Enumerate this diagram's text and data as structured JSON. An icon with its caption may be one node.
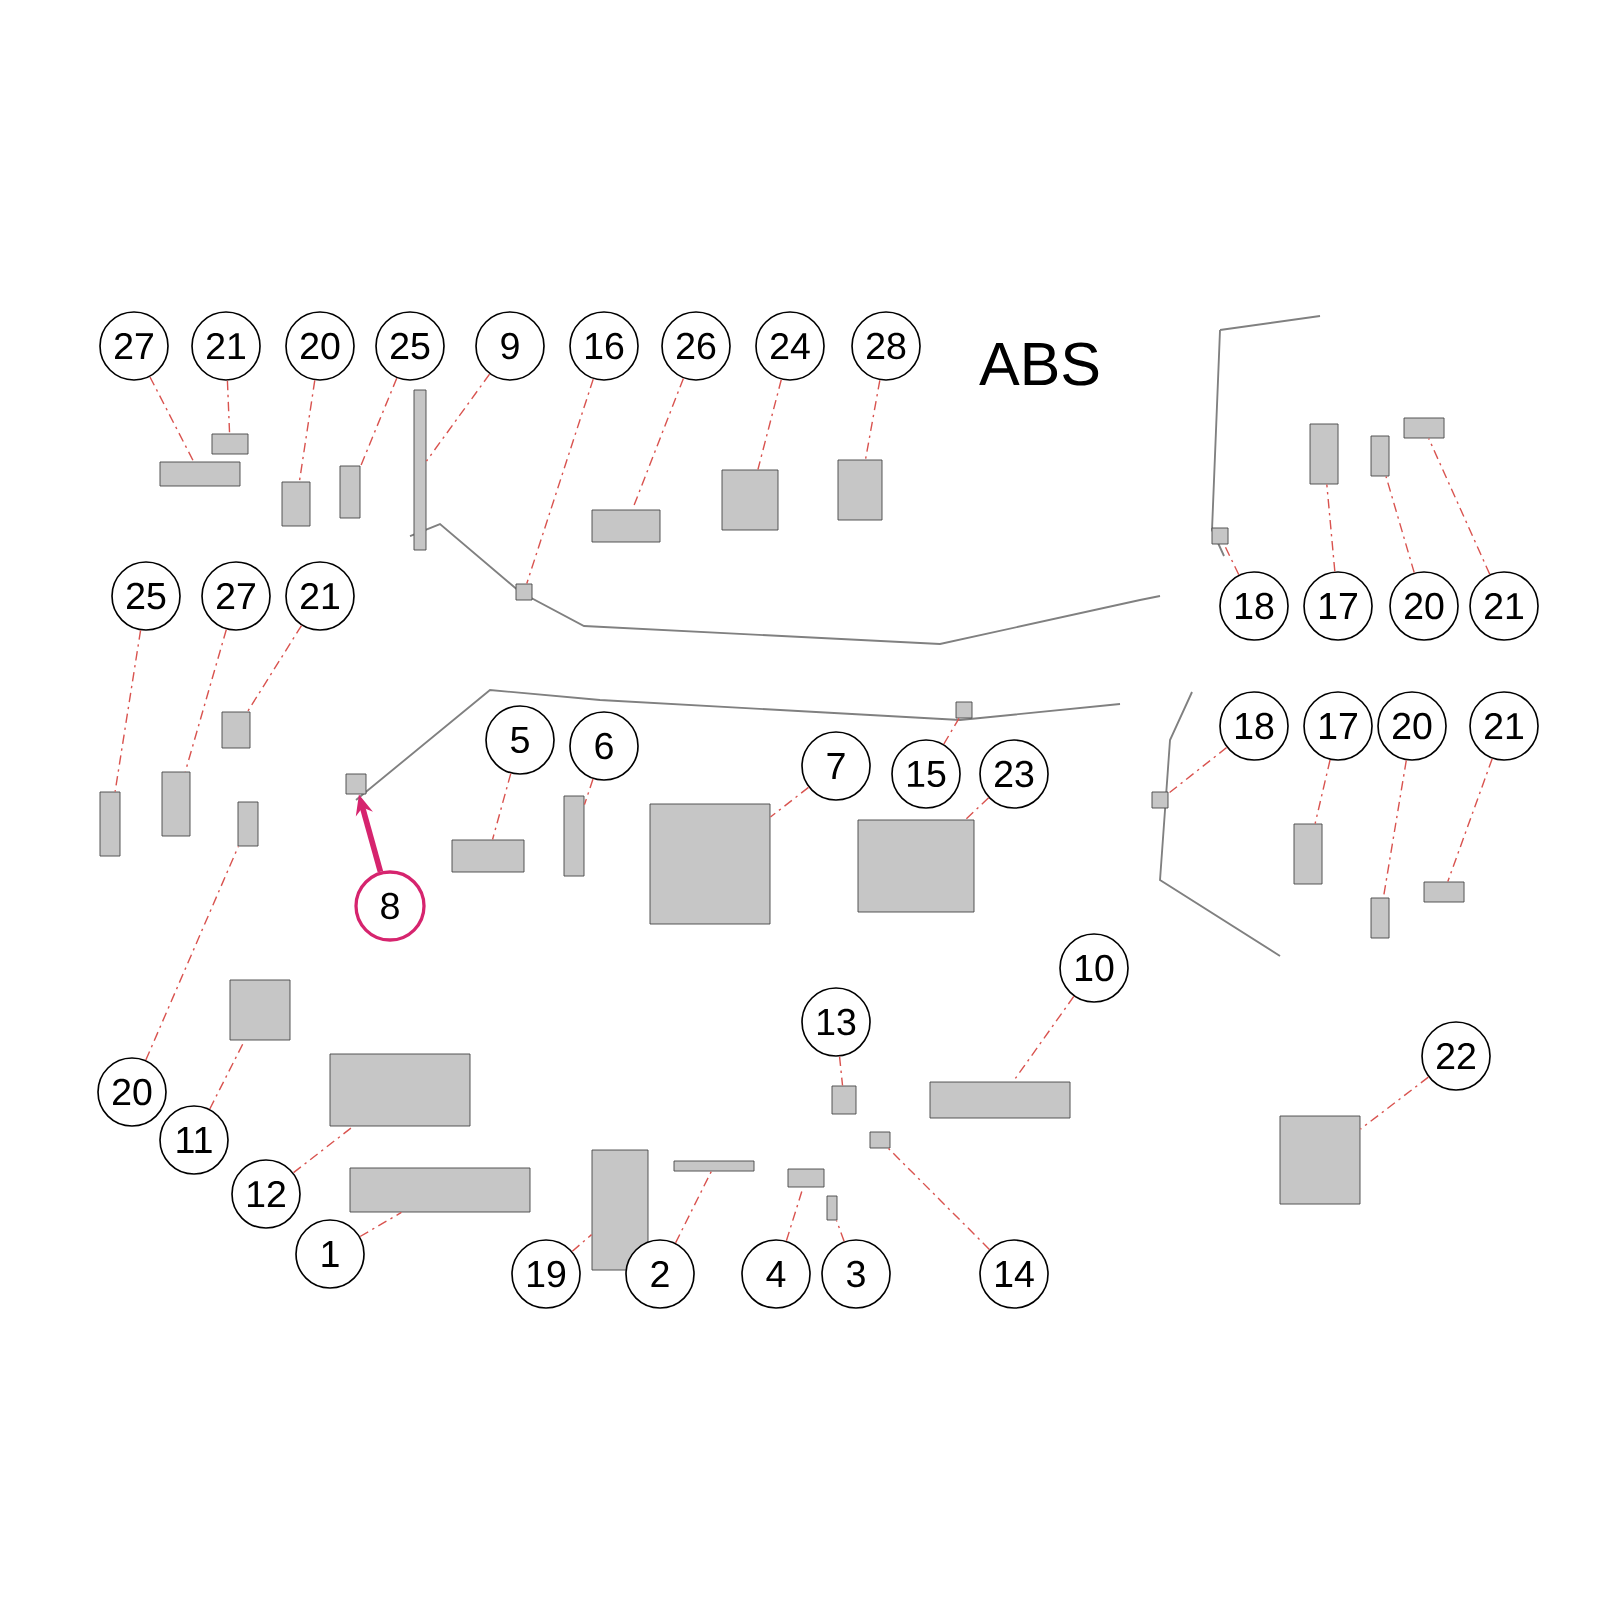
{
  "diagram": {
    "nodes": [
      {
        "text": [
          "27"
        ]
      },
      {
        "text": [],
        "shape": "box"
      },
      {
        "text": [
          "21"
        ]
      },
      {
        "text": [],
        "shape": "box"
      },
      {
        "text": [
          "20"
        ]
      },
      {
        "text": [],
        "shape": "box"
      },
      {
        "text": [
          "25"
        ]
      },
      {
        "text": [],
        "shape": "box"
      },
      {
        "text": [
          "9"
        ]
      },
      {
        "text": [],
        "shape": "box"
      },
      {
        "text": [
          "16"
        ]
      },
      {
        "text": [],
        "shape": "box"
      },
      {
        "text": [
          "26"
        ]
      },
      {
        "text": [],
        "shape": "box"
      },
      {
        "text": [
          "24"
        ]
      },
      {
        "text": [],
        "shape": "box"
      },
      {
        "text": [
          "28"
        ]
      },
      {
        "text": [],
        "shape": "box"
      },
      {
        "text": [
          "18"
        ]
      },
      {
        "text": [],
        "shape": "box"
      },
      {
        "text": [
          "17"
        ]
      },
      {
        "text": [],
        "shape": "box"
      },
      {
        "text": [
          "20"
        ]
      },
      {
        "text": [],
        "shape": "box"
      },
      {
        "text": [
          "21"
        ]
      },
      {
        "text": [],
        "shape": "box"
      },
      {
        "text": [
          "25"
        ]
      },
      {
        "text": [],
        "shape": "box"
      },
      {
        "text": [
          "27"
        ]
      },
      {
        "text": [],
        "shape": "box"
      },
      {
        "text": [
          "21"
        ]
      },
      {
        "text": [],
        "shape": "box"
      },
      {
        "text": [
          "18"
        ]
      },
      {
        "text": [],
        "shape": "box"
      },
      {
        "text": [
          "17"
        ]
      },
      {
        "text": [],
        "shape": "box"
      },
      {
        "text": [
          "20"
        ]
      },
      {
        "text": [],
        "shape": "box"
      },
      {
        "text": [
          "21"
        ]
      },
      {
        "text": [],
        "shape": "box"
      },
      {
        "text": [
          "5"
        ]
      },
      {
        "text": [],
        "shape": "box"
      },
      {
        "text": [
          "6"
        ]
      },
      {
        "text": [],
        "shape": "box"
      },
      {
        "text": [
          "7"
        ]
      },
      {
        "text": [],
        "shape": "box"
      },
      {
        "text": [
          "15"
        ]
      },
      {
        "text": [],
        "shape": "box"
      },
      {
        "text": [
          "23"
        ]
      },
      {
        "text": [],
        "shape": "box"
      },
      {
        "text": [
          "8"
        ]
      },
      {
        "text": [],
        "shape": "box"
      },
      {
        "text": [
          "20"
        ]
      },
      {
        "text": [],
        "shape": "box"
      },
      {
        "text": [
          "11"
        ]
      },
      {
        "text": [],
        "shape": "box"
      },
      {
        "text": [
          "10"
        ]
      },
      {
        "text": [],
        "shape": "box"
      },
      {
        "text": [
          "13"
        ]
      },
      {
        "text": [],
        "shape": "box"
      },
      {
        "text": [
          "22"
        ]
      },
      {
        "text": [],
        "shape": "box"
      },
      {
        "text": [
          "12"
        ]
      },
      {
        "text": [],
        "shape": "box"
      },
      {
        "text": [
          "1"
        ]
      },
      {
        "text": [],
        "shape": "box"
      },
      {
        "text": [
          "19"
        ]
      },
      {
        "text": [],
        "shape": "box"
      },
      {
        "text": [
          "2"
        ]
      },
      {
        "text": [],
        "shape": "box"
      },
      {
        "text": [
          "4"
        ]
      },
      {
        "text": [],
        "shape": "box"
      },
      {
        "text": [
          "3"
        ]
      },
      {
        "text": [],
        "shape": "box"
      },
      {
        "text": [
          "14"
        ]
      },
      {
        "text": [],
        "shape": "box"
      }
    ],
    "edges": [
      {
        "from": 0,
        "to": 1,
        "arrow": "none",
        "style": "dashed"
      },
      {
        "from": 2,
        "to": 3,
        "arrow": "none",
        "style": "dashed"
      },
      {
        "from": 4,
        "to": 5,
        "arrow": "none",
        "style": "dashed"
      },
      {
        "from": 6,
        "to": 7,
        "arrow": "none",
        "style": "dashed"
      },
      {
        "from": 8,
        "to": 9,
        "arrow": "none",
        "style": "dashed"
      },
      {
        "from": 10,
        "to": 11,
        "arrow": "none",
        "style": "dashed"
      },
      {
        "from": 12,
        "to": 13,
        "arrow": "none",
        "style": "dashed"
      },
      {
        "from": 14,
        "to": 15,
        "arrow": "none",
        "style": "dashed"
      },
      {
        "from": 16,
        "to": 17,
        "arrow": "none",
        "style": "dashed"
      },
      {
        "from": 18,
        "to": 19,
        "arrow": "none",
        "style": "dashed"
      },
      {
        "from": 20,
        "to": 21,
        "arrow": "none",
        "style": "dashed"
      },
      {
        "from": 22,
        "to": 23,
        "arrow": "none",
        "style": "dashed"
      },
      {
        "from": 24,
        "to": 25,
        "arrow": "none",
        "style": "dashed"
      },
      {
        "from": 26,
        "to": 27,
        "arrow": "none",
        "style": "dashed"
      },
      {
        "from": 28,
        "to": 29,
        "arrow": "none",
        "style": "dashed"
      },
      {
        "from": 30,
        "to": 31,
        "arrow": "none",
        "style": "dashed"
      },
      {
        "from": 32,
        "to": 33,
        "arrow": "none",
        "style": "dashed"
      },
      {
        "from": 34,
        "to": 35,
        "arrow": "none",
        "style": "dashed"
      },
      {
        "from": 36,
        "to": 37,
        "arrow": "none",
        "style": "dashed"
      },
      {
        "from": 38,
        "to": 39,
        "arrow": "none",
        "style": "dashed"
      },
      {
        "from": 40,
        "to": 41,
        "arrow": "none",
        "style": "dashed"
      },
      {
        "from": 42,
        "to": 43,
        "arrow": "none",
        "style": "dashed"
      },
      {
        "from": 44,
        "to": 45,
        "arrow": "none",
        "style": "dashed"
      },
      {
        "from": 46,
        "to": 47,
        "arrow": "none",
        "style": "dashed"
      },
      {
        "from": 48,
        "to": 49,
        "arrow": "none",
        "style": "dashed"
      },
      {
        "from": 50,
        "to": 51,
        "arrow": "to",
        "style": "thick",
        "color": "#d6246e"
      },
      {
        "from": 52,
        "to": 53,
        "arrow": "none",
        "style": "dashed"
      },
      {
        "from": 54,
        "to": 55,
        "arrow": "none",
        "style": "dashed"
      },
      {
        "from": 56,
        "to": 57,
        "arrow": "none",
        "style": "dashed"
      },
      {
        "from": 58,
        "to": 59,
        "arrow": "none",
        "style": "dashed"
      },
      {
        "from": 60,
        "to": 61,
        "arrow": "none",
        "style": "dashed"
      },
      {
        "from": 62,
        "to": 63,
        "arrow": "none",
        "style": "dashed"
      },
      {
        "from": 64,
        "to": 65,
        "arrow": "none",
        "style": "dashed"
      },
      {
        "from": 66,
        "to": 67,
        "arrow": "none",
        "style": "dashed"
      },
      {
        "from": 68,
        "to": 69,
        "arrow": "none",
        "style": "dashed"
      },
      {
        "from": 70,
        "to": 71,
        "arrow": "none",
        "style": "dashed"
      },
      {
        "from": 72,
        "to": 73,
        "arrow": "none",
        "style": "dashed"
      },
      {
        "from": 74,
        "to": 75,
        "arrow": "none",
        "style": "dashed"
      }
    ],
    "labels": [
      "ABS"
    ]
  }
}
